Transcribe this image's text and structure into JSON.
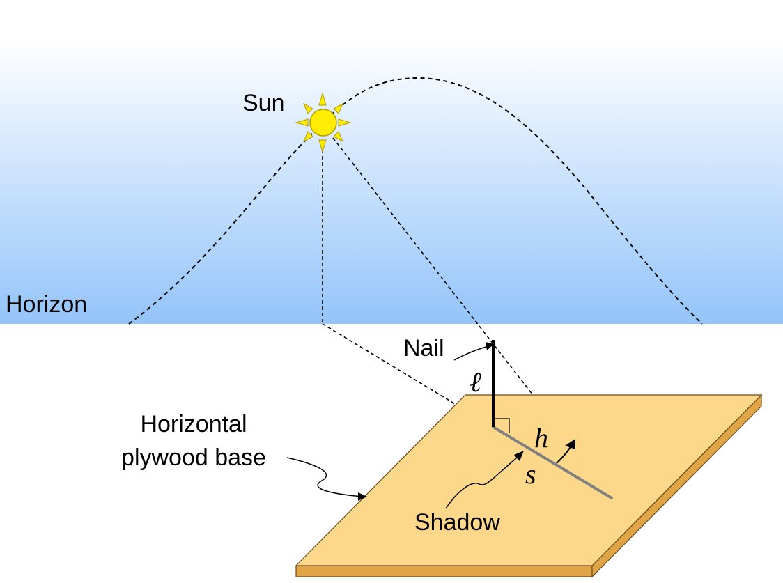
{
  "labels": {
    "sun": "Sun",
    "horizon": "Horizon",
    "nail": "Nail",
    "base_line1": "Horizontal",
    "base_line2": "plywood base",
    "shadow": "Shadow",
    "nail_length_symbol": "ℓ",
    "altitude_symbol": "h",
    "shadow_length_symbol": "s"
  },
  "colors": {
    "sky_top": "#ffffff",
    "sky_bottom": "#94c4fa",
    "sun_fill": "#ffec00",
    "sun_stroke": "#c9b000",
    "plywood_top": "#fdd78a",
    "plywood_edge": "#e0a546",
    "plywood_outline": "#6b4a1c",
    "shadow_line": "#808080"
  }
}
